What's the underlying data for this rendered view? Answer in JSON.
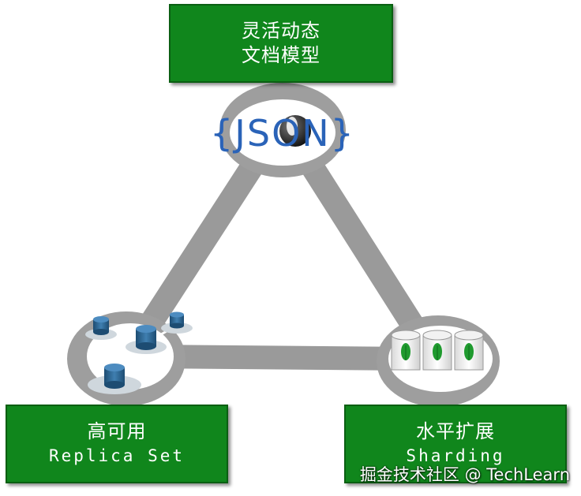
{
  "nodes": {
    "top": {
      "line1": "灵活动态",
      "line2": "文档模型"
    },
    "left": {
      "line1": "高可用",
      "line2": "Replica Set"
    },
    "right": {
      "line1": "水平扩展",
      "line2": "Sharding"
    }
  },
  "json_logo": {
    "text": "{JSON}"
  },
  "watermark": "掘金技术社区 @ TechLearn",
  "colors": {
    "box": "#10861c",
    "ring": "#9e9e9e",
    "edge": "#9a9a9a",
    "db": "#2a5f8a",
    "leaf": "#1f9a2e"
  },
  "icons": [
    "json-icon",
    "database-icon",
    "shard-cylinder-icon"
  ]
}
